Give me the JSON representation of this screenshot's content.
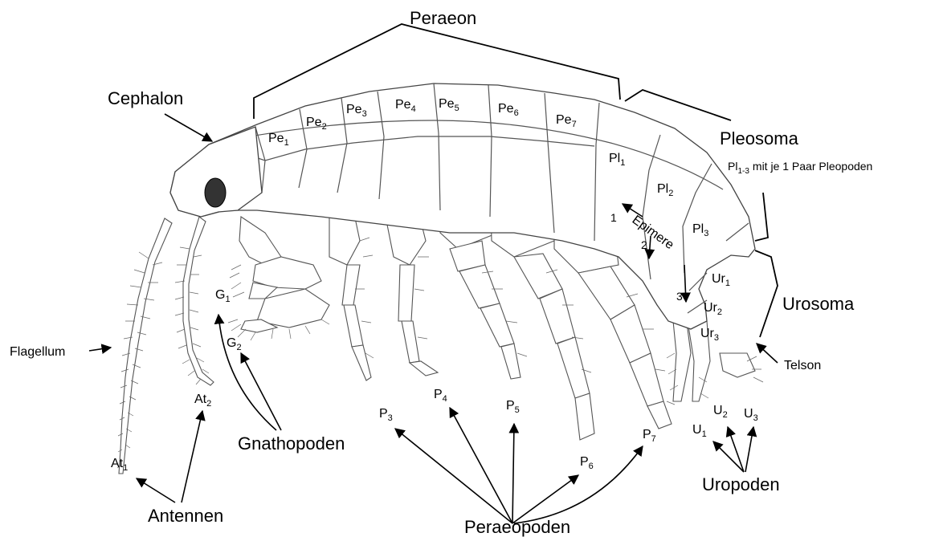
{
  "labels": {
    "peraeon": "Peraeon",
    "cephalon": "Cephalon",
    "pleosoma": "Pleosoma",
    "pleosoma_note": "mit je 1 Paar Pleopoden",
    "pleosoma_note_prefix": "Pl",
    "pleosoma_note_sub": "1-3",
    "urosoma": "Urosoma",
    "telson": "Telson",
    "flagellum": "Flagellum",
    "antennen": "Antennen",
    "gnathopoden": "Gnathopoden",
    "peraeopoden": "Peraeopoden",
    "uropoden": "Uropoden",
    "epimere": "Epimere"
  },
  "segments": [
    {
      "base": "Pe",
      "sub": "1"
    },
    {
      "base": "Pe",
      "sub": "2"
    },
    {
      "base": "Pe",
      "sub": "3"
    },
    {
      "base": "Pe",
      "sub": "4"
    },
    {
      "base": "Pe",
      "sub": "5"
    },
    {
      "base": "Pe",
      "sub": "6"
    },
    {
      "base": "Pe",
      "sub": "7"
    },
    {
      "base": "Pl",
      "sub": "1"
    },
    {
      "base": "Pl",
      "sub": "2"
    },
    {
      "base": "Pl",
      "sub": "3"
    },
    {
      "base": "Ur",
      "sub": "1"
    },
    {
      "base": "Ur",
      "sub": "2"
    },
    {
      "base": "Ur",
      "sub": "3"
    }
  ],
  "appendages": [
    {
      "base": "At",
      "sub": "1"
    },
    {
      "base": "At",
      "sub": "2"
    },
    {
      "base": "G",
      "sub": "1"
    },
    {
      "base": "G",
      "sub": "2"
    },
    {
      "base": "P",
      "sub": "3"
    },
    {
      "base": "P",
      "sub": "4"
    },
    {
      "base": "P",
      "sub": "5"
    },
    {
      "base": "P",
      "sub": "6"
    },
    {
      "base": "P",
      "sub": "7"
    },
    {
      "base": "U",
      "sub": "1"
    },
    {
      "base": "U",
      "sub": "2"
    },
    {
      "base": "U",
      "sub": "3"
    }
  ],
  "epimere_numbers": [
    "1",
    "2",
    "3"
  ]
}
